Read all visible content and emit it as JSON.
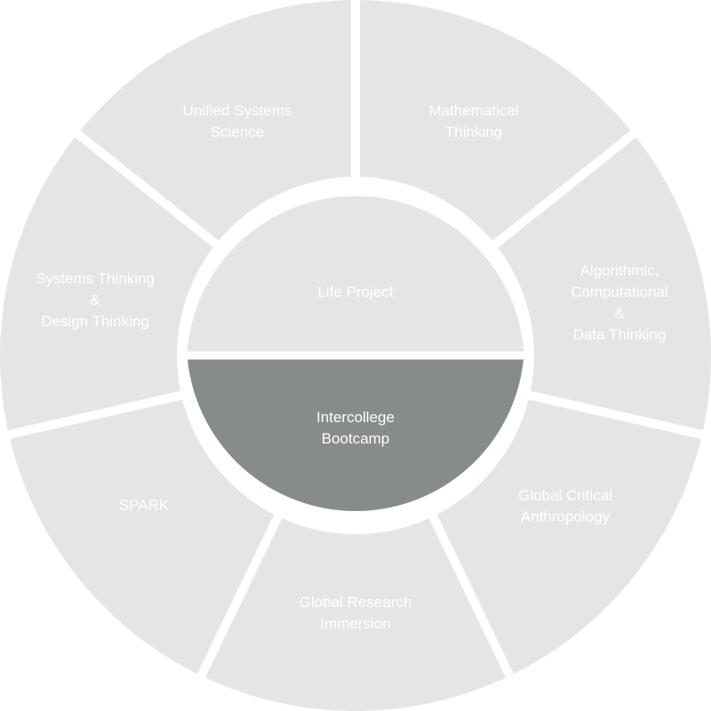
{
  "colors": {
    "segment": "#e5e5e5",
    "core_top": "#e5e5e5",
    "core_bottom": "#888b8b",
    "text": "#ffffff",
    "gap": "#ffffff"
  },
  "outer_segments": [
    {
      "lines": [
        "Mathematical",
        "Thinking"
      ]
    },
    {
      "lines": [
        "Algorithmic,",
        "Computational",
        "&",
        "Data Thinking"
      ]
    },
    {
      "lines": [
        "Global Critical",
        "Anthropology"
      ]
    },
    {
      "lines": [
        "Global Research",
        "Immersion"
      ]
    },
    {
      "lines": [
        "SPARK"
      ]
    },
    {
      "lines": [
        "Systems Thinking",
        "&",
        "Design Thinking"
      ]
    },
    {
      "lines": [
        "Unified Systems",
        "Science"
      ]
    }
  ],
  "core": {
    "top": {
      "lines": [
        "Life Project"
      ]
    },
    "bottom": {
      "lines": [
        "Intercollege",
        "Bootcamp"
      ]
    }
  }
}
